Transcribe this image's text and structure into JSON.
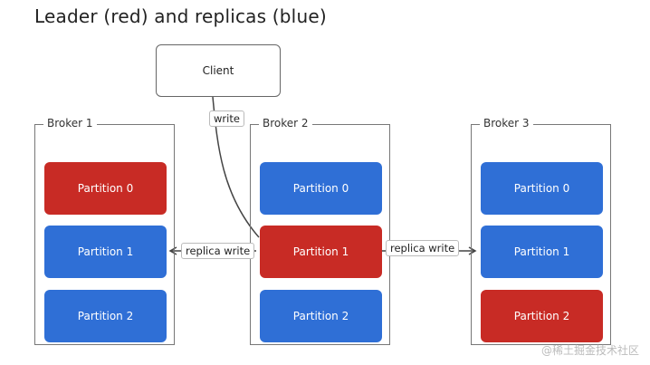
{
  "title": "Leader (red) and replicas (blue)",
  "client": {
    "label": "Client"
  },
  "colors": {
    "leader": "#c82b25",
    "replica": "#2f6fd6"
  },
  "brokers": [
    {
      "label": "Broker 1",
      "partitions": [
        {
          "label": "Partition 0",
          "role": "leader"
        },
        {
          "label": "Partition 1",
          "role": "replica"
        },
        {
          "label": "Partition 2",
          "role": "replica"
        }
      ]
    },
    {
      "label": "Broker 2",
      "partitions": [
        {
          "label": "Partition 0",
          "role": "replica"
        },
        {
          "label": "Partition 1",
          "role": "leader"
        },
        {
          "label": "Partition 2",
          "role": "replica"
        }
      ]
    },
    {
      "label": "Broker 3",
      "partitions": [
        {
          "label": "Partition 0",
          "role": "replica"
        },
        {
          "label": "Partition 1",
          "role": "replica"
        },
        {
          "label": "Partition 2",
          "role": "leader"
        }
      ]
    }
  ],
  "edges": {
    "write": "write",
    "replica_write_left": "replica write",
    "replica_write_right": "replica write"
  },
  "watermark": "@稀土掘金技术社区"
}
